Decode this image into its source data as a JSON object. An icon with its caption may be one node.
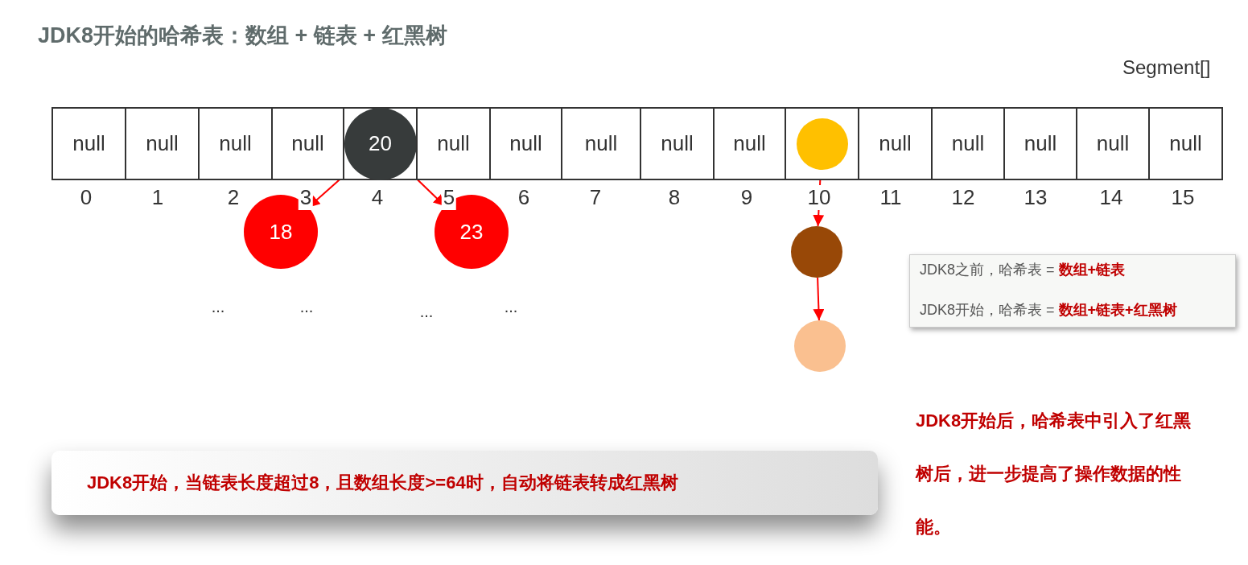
{
  "diagram": {
    "title": "JDK8开始的哈希表：数组 + 链表 + 红黑树",
    "nodes": [
      {
        "text": [
          "null"
        ]
      },
      {
        "text": [
          "null"
        ]
      },
      {
        "text": [
          "null"
        ]
      },
      {
        "text": [
          "null"
        ]
      },
      {
        "text": [],
        "shape": "box"
      },
      {
        "text": [
          "null"
        ]
      },
      {
        "text": [
          "null"
        ]
      },
      {
        "text": [
          "null"
        ]
      },
      {
        "text": [
          "null"
        ]
      },
      {
        "text": [
          "null"
        ]
      },
      {
        "text": [],
        "shape": "box"
      },
      {
        "text": [
          "null"
        ]
      },
      {
        "text": [
          "null"
        ]
      },
      {
        "text": [
          "null"
        ]
      },
      {
        "text": [
          "null"
        ]
      },
      {
        "text": [
          "null"
        ]
      },
      {
        "text": [
          "20"
        ],
        "in": 4
      },
      {
        "text": [
          "18"
        ]
      },
      {
        "text": [
          "23"
        ]
      },
      {
        "text": [],
        "shape": "circle",
        "in": 10
      },
      {
        "text": [],
        "shape": "circle"
      },
      {
        "text": [],
        "shape": "circle"
      },
      {
        "text": [
          "JDK8之前，哈希表 = **数组+链表**",
          "JDK8开始，哈希表 = **数组+链表+红黑树**"
        ]
      },
      {
        "text": [
          "JDK8开始，当链表长度超过8，且数组长度>=64时，自动将链表转成红黑树"
        ]
      }
    ],
    "edges": [
      {
        "from": 16,
        "to": 17,
        "arrow": "to"
      },
      {
        "from": 16,
        "to": 18,
        "arrow": "to"
      },
      {
        "from": 19,
        "to": 20,
        "arrow": "to"
      },
      {
        "from": 20,
        "to": 21,
        "arrow": "to"
      }
    ],
    "labels": [
      "Segment[]",
      "0",
      "1",
      "2",
      "3",
      "4",
      "5",
      "6",
      "7",
      "8",
      "9",
      "10",
      "11",
      "12",
      "13",
      "14",
      "15",
      "...",
      "...",
      "...",
      "...",
      "JDK8开始后，哈希表中引入了红黑树后，进一步提高了操作数据的性能。"
    ]
  }
}
